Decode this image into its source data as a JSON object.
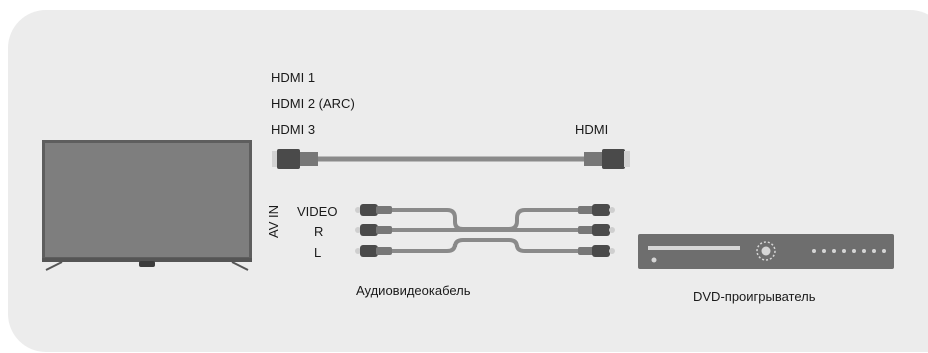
{
  "hdmi_tv_ports": [
    "HDMI 1",
    "HDMI 2 (ARC)",
    "HDMI 3"
  ],
  "hdmi_device_port": "HDMI",
  "av_in_label": "AV IN",
  "av_channels": [
    "VIDEO",
    "R",
    "L"
  ],
  "av_cable_label": "Аудиовидеокабель",
  "dvd_label": "DVD-проигрыватель",
  "colors": {
    "background": "#ececec",
    "tv_screen": "#7e7e7e",
    "tv_frame": "#5e5e5e",
    "cable": "#8a8a8a",
    "connector": "#4a4a4a",
    "dvd_body": "#6e6e6e"
  }
}
